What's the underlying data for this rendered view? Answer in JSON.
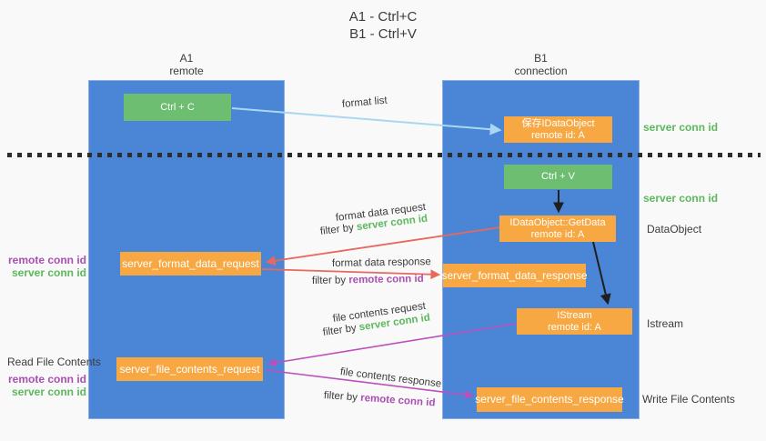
{
  "title": {
    "line1": "A1 - Ctrl+C",
    "line2": "B1 - Ctrl+V"
  },
  "lanes": {
    "left": {
      "name": "A1",
      "role": "remote"
    },
    "right": {
      "name": "B1",
      "role": "connection"
    }
  },
  "nodes": {
    "ctrl_c": {
      "label": "Ctrl + C"
    },
    "ctrl_v": {
      "label": "Ctrl + V"
    },
    "save_dataobject": {
      "line1": "保存IDataObject",
      "line2": "remote id: A"
    },
    "getdata": {
      "line1": "IDataObject::GetData",
      "line2": "remote id: A"
    },
    "istream": {
      "line1": "IStream",
      "line2": "remote id: A"
    },
    "format_request": {
      "label": "server_format_data_request"
    },
    "format_response": {
      "label": "server_format_data_response"
    },
    "file_request": {
      "label": "server_file_contents_request"
    },
    "file_response": {
      "label": "server_file_contents_response"
    }
  },
  "side_labels": {
    "server_conn_top": "server conn id",
    "server_conn_mid": "server conn id",
    "dataobject": "DataObject",
    "istream": "Istream",
    "write_file_contents": "Write File Contents",
    "read_file_contents": "Read File Contents",
    "remote_conn_1": "remote conn id",
    "server_conn_1": "server conn id",
    "remote_conn_2": "remote conn id",
    "server_conn_2": "server conn id"
  },
  "flow_labels": {
    "format_list": "format list",
    "format_data_request": "format data request",
    "format_data_response": "format data response",
    "file_contents_request": "file contents request",
    "file_contents_response": "file contents response",
    "filter_by": "filter by",
    "server_conn_id": "server conn id",
    "remote_conn_id": "remote conn id"
  },
  "colors": {
    "lane_blue": "#4a85d6",
    "node_green": "#6dbe71",
    "node_orange": "#f8a843",
    "arrow_red": "#e8685e",
    "arrow_magenta": "#bd4fbd",
    "arrow_light_blue": "#a9d7f2",
    "arrow_black": "#1f1f1f",
    "label_green": "#5cb85c",
    "label_purple": "#a94fb0",
    "text_dark": "#3b3b3b",
    "background": "#f9f9fa"
  }
}
